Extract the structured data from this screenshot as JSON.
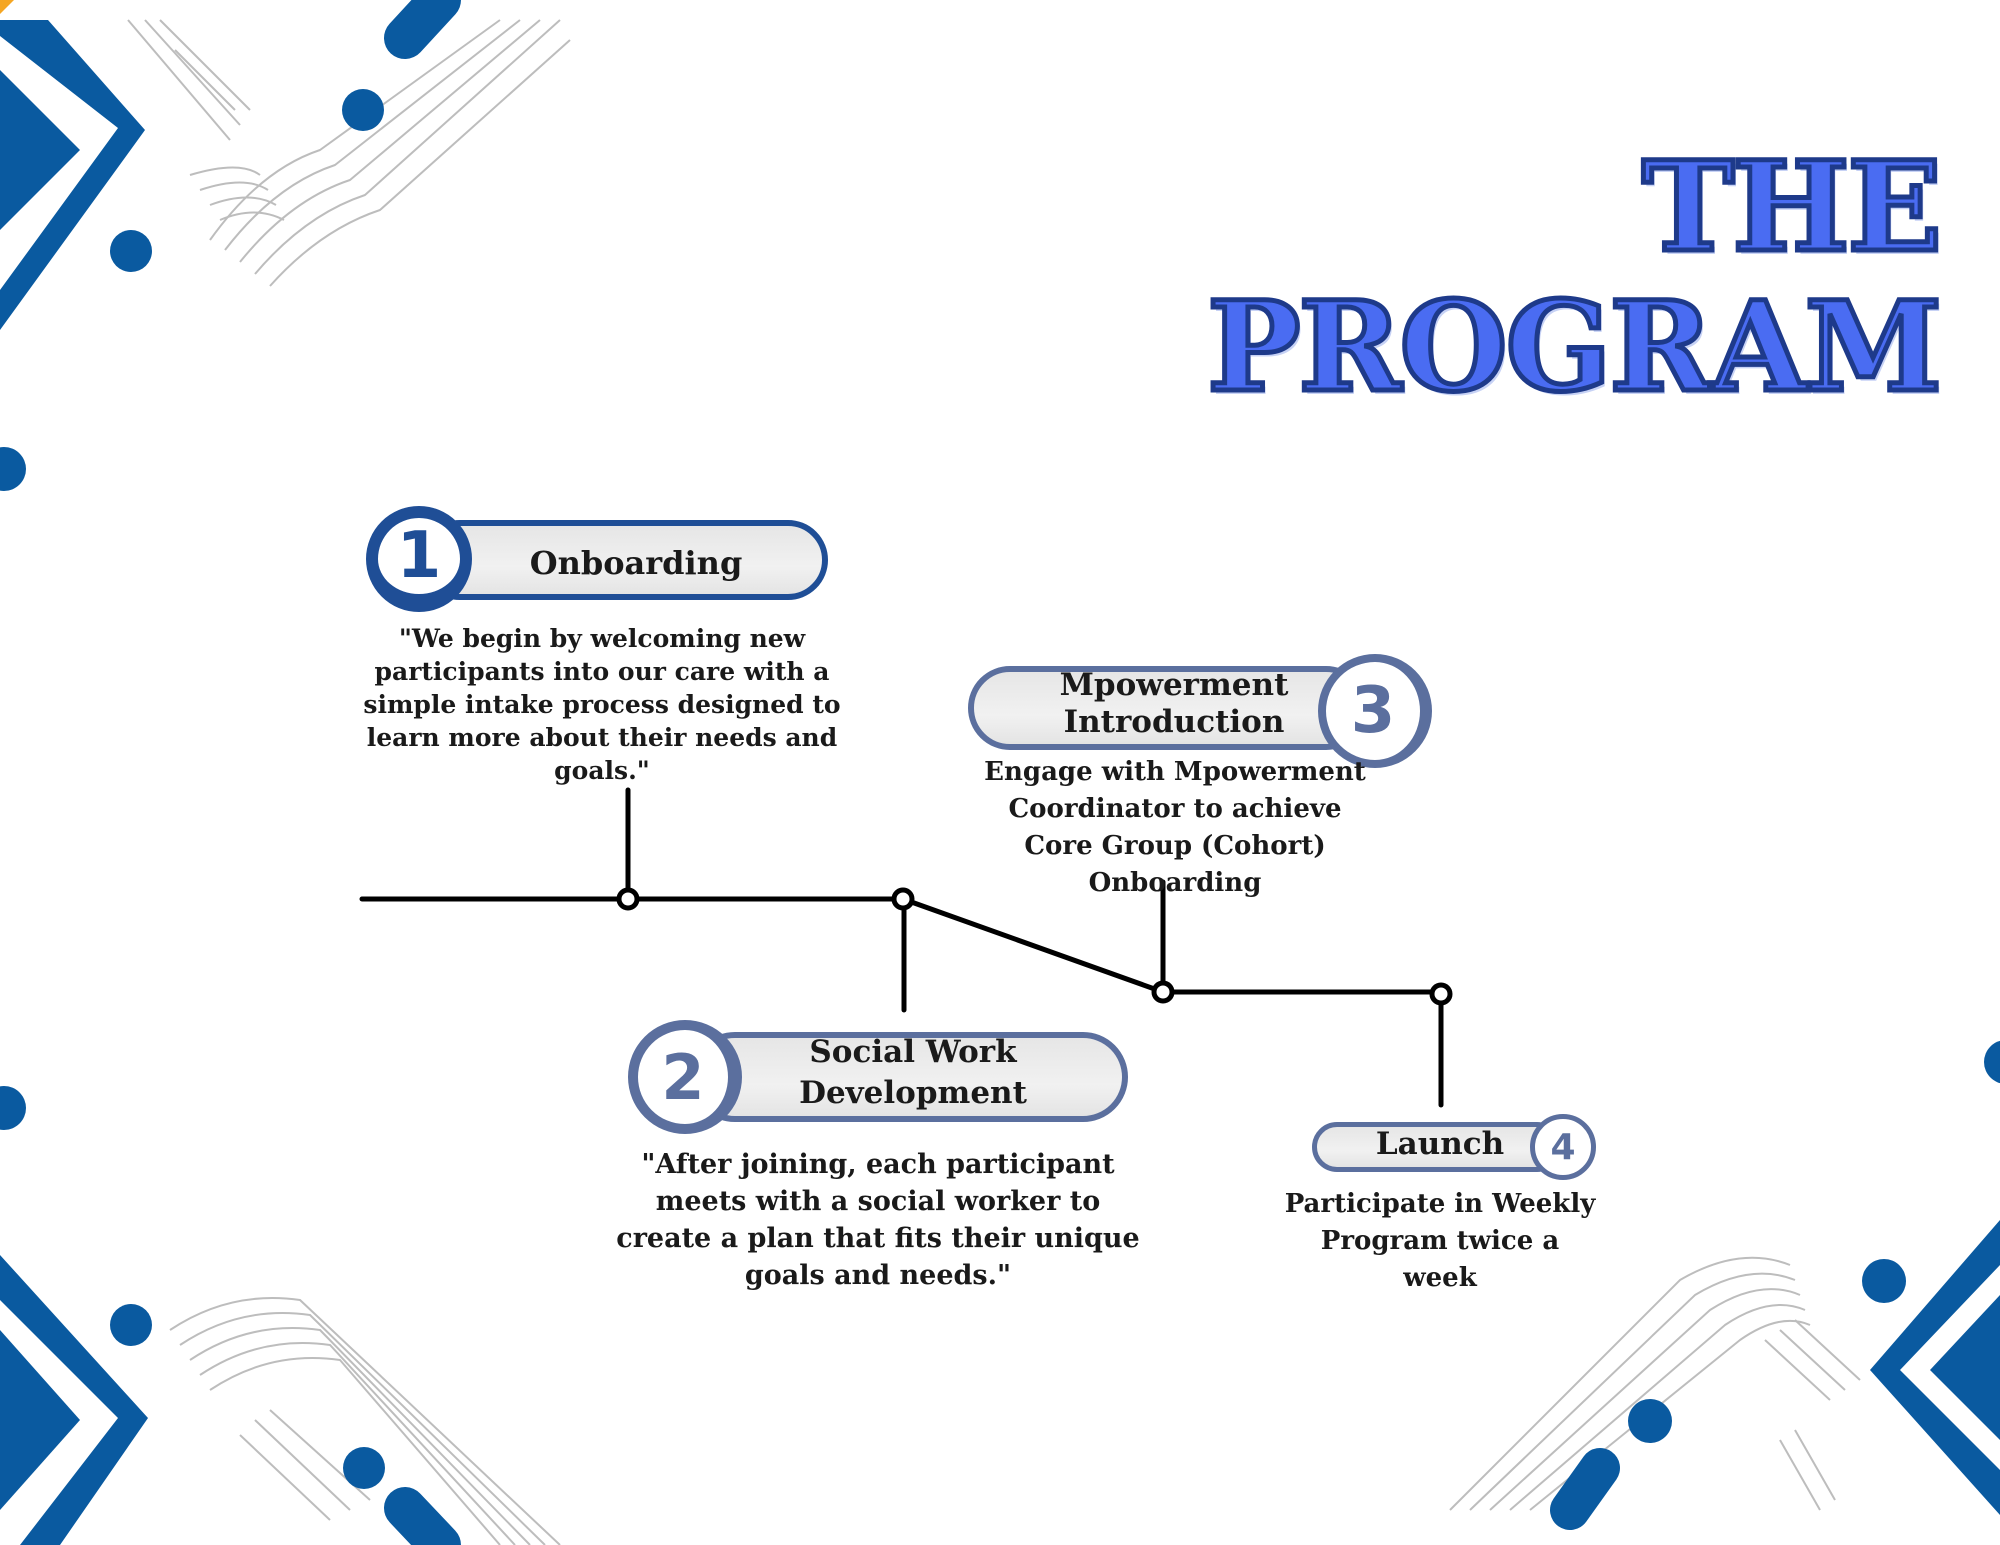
{
  "title": "THE PROGRAM",
  "colors": {
    "title_fill": "#4a6cf2",
    "title_stroke": "#1e3a8a",
    "dark_blue": "#1f4e96",
    "slate_blue": "#5b6f9e",
    "deco_blue": "#0a5aa0",
    "line": "#000000"
  },
  "steps": [
    {
      "number": "1",
      "label": "Onboarding",
      "description": "\"We begin by welcoming new participants into our care with a simple intake process designed to learn more about their needs and goals.\""
    },
    {
      "number": "2",
      "label": "Social Work Development",
      "description": "\"After joining, each participant meets with a social worker to create a plan that fits their unique goals and needs.\""
    },
    {
      "number": "3",
      "label": "Mpowerment Introduction",
      "description": "Engage with Mpowerment Coordinator to achieve Core Group (Cohort) Onboarding"
    },
    {
      "number": "4",
      "label": "Launch",
      "description": "Participate in Weekly Program twice a week"
    }
  ]
}
